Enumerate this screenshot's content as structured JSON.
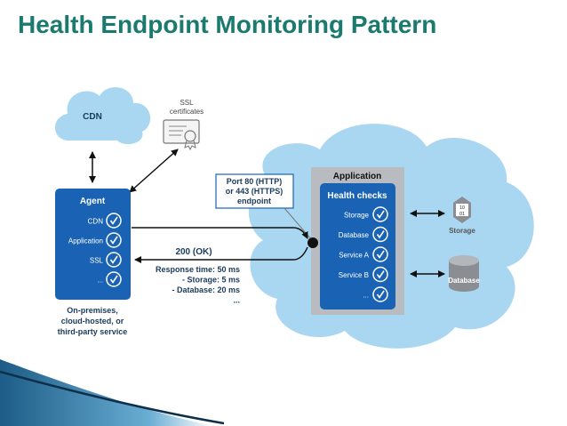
{
  "title": "Health Endpoint Monitoring Pattern",
  "cdn": {
    "label": "CDN"
  },
  "ssl": {
    "label_line1": "SSL",
    "label_line2": "certificates"
  },
  "agent": {
    "title": "Agent",
    "items": [
      "CDN",
      "Application",
      "SSL",
      "..."
    ],
    "caption": [
      "On-premises,",
      "cloud-hosted, or",
      "third-party service"
    ]
  },
  "endpoint": {
    "lines": [
      "Port 80 (HTTP)",
      "or 443 (HTTPS)",
      "endpoint"
    ]
  },
  "response": {
    "status": "200 (OK)",
    "lines": [
      "Response time: 50 ms",
      "- Storage:  5 ms",
      "- Database: 20 ms",
      "..."
    ]
  },
  "application": {
    "title": "Application",
    "health_title": "Health checks",
    "items": [
      "Storage",
      "Database",
      "Service A",
      "Service B",
      "..."
    ]
  },
  "storage": {
    "label": "Storage",
    "icon_text_1": "10",
    "icon_text_2": "01"
  },
  "database": {
    "label": "Database"
  },
  "colors": {
    "title": "#1b7a6e",
    "agent_blue": "#1a63b4",
    "cloud": "#a9d6f0",
    "panel_gray": "#b8bcc0"
  }
}
